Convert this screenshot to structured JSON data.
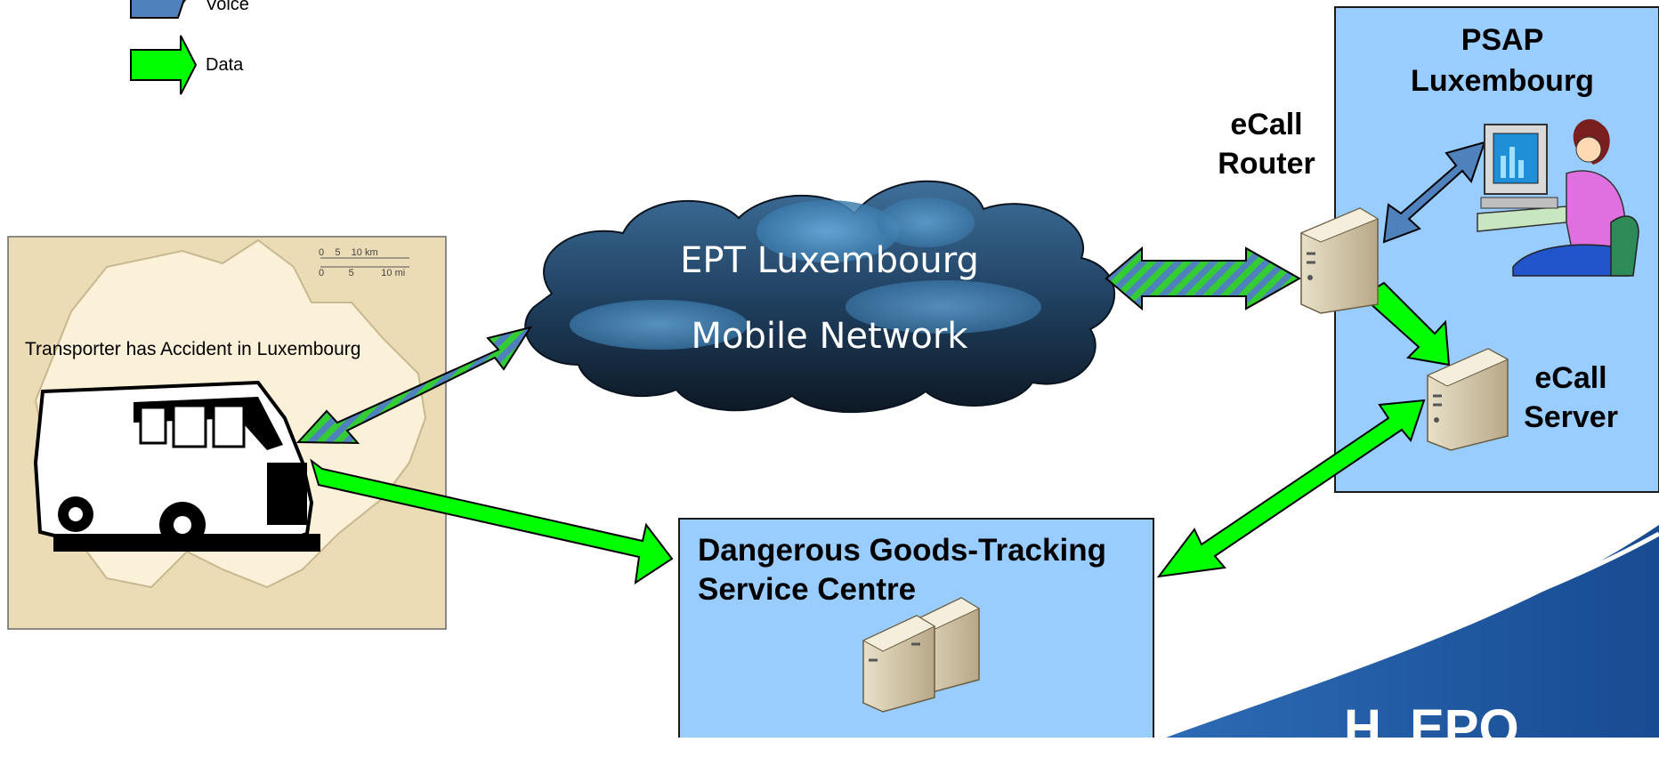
{
  "legend": {
    "voice_label": "Voice",
    "data_label": "Data",
    "voice_color": "#4f81bd",
    "data_color": "#00ff00"
  },
  "map": {
    "caption": "Transporter has Accident in Luxembourg",
    "scale_km": "0    5    10 km",
    "scale_mi": "0         5          10 mi"
  },
  "cloud": {
    "line1": "EPT Luxembourg",
    "line2": "Mobile Network"
  },
  "router": {
    "label_line1": "eCall",
    "label_line2": "Router"
  },
  "psap": {
    "title_line1": "PSAP",
    "title_line2": "Luxembourg"
  },
  "server": {
    "label_line1": "eCall",
    "label_line2": "Server"
  },
  "tracking": {
    "title_line1": "Dangerous Goods-Tracking",
    "title_line2": "Service Centre"
  },
  "logo": {
    "text": "H  EPO"
  },
  "colors": {
    "box_fill": "#99ccff",
    "cloud_dark": "#15283d",
    "cloud_light": "#4d8fc4",
    "map_fill": "#fbf0d8",
    "map_bg": "#ecdcb6"
  }
}
